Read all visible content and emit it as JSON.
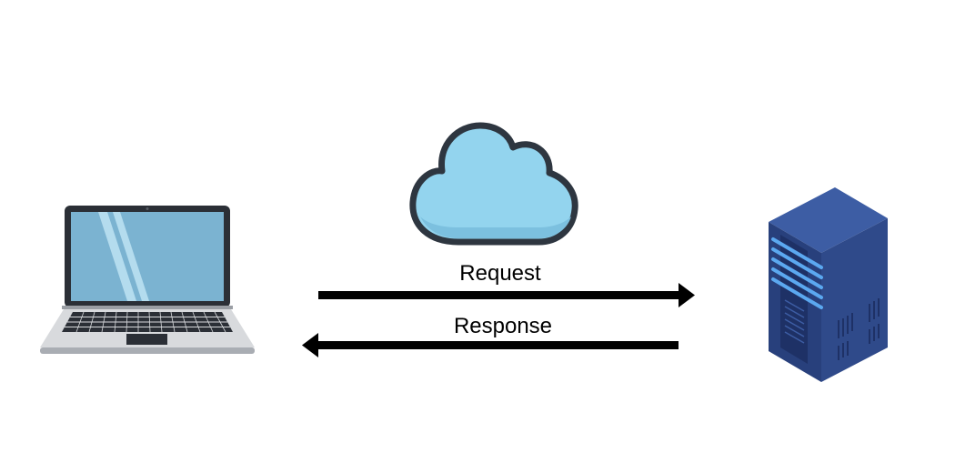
{
  "diagram": {
    "nodes": {
      "client": {
        "icon": "laptop-icon"
      },
      "network": {
        "icon": "cloud-icon"
      },
      "server": {
        "icon": "server-icon"
      }
    },
    "edges": {
      "request": {
        "label": "Request",
        "from": "client",
        "to": "server"
      },
      "response": {
        "label": "Response",
        "from": "server",
        "to": "client"
      }
    }
  },
  "colors": {
    "cloud_fill": "#93D4EE",
    "cloud_outline": "#2E3640",
    "laptop_screen": "#7BB3D1",
    "server_body": "#2F4A8A",
    "server_light": "#5BA8F0",
    "arrow": "#000000"
  }
}
